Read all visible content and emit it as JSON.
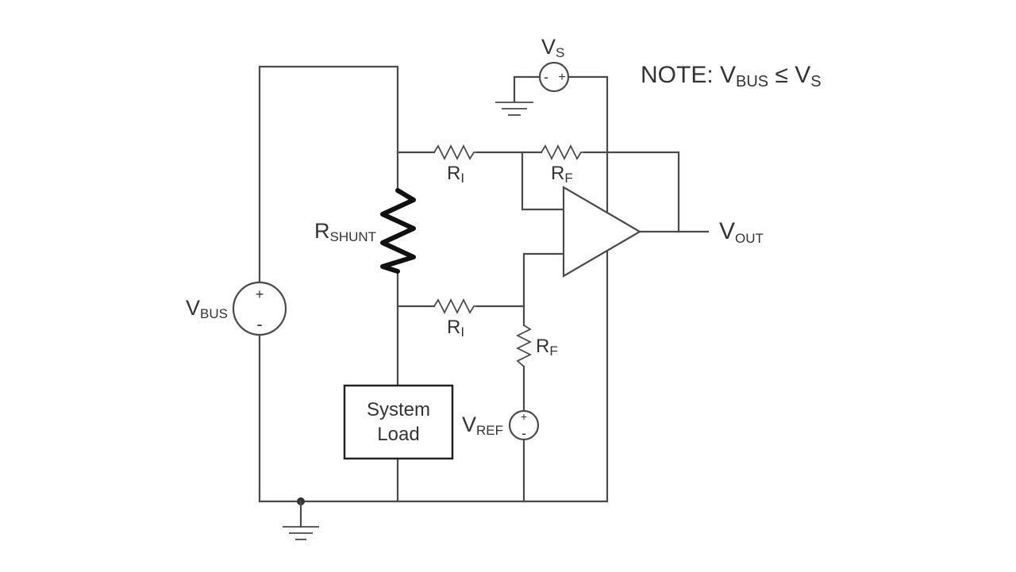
{
  "note": {
    "prefix": "NOTE: V",
    "bus_sub": "BUS",
    "relation": " ≤ V",
    "s_sub": "S"
  },
  "labels": {
    "vs_main": "V",
    "vs_sub": "S",
    "vbus_main": "V",
    "vbus_sub": "BUS",
    "rshunt_main": "R",
    "rshunt_sub": "SHUNT",
    "ri_top_main": "R",
    "ri_top_sub": "I",
    "ri_bot_main": "R",
    "ri_bot_sub": "I",
    "rf_top_main": "R",
    "rf_top_sub": "F",
    "rf_bot_main": "R",
    "rf_bot_sub": "F",
    "vref_main": "V",
    "vref_sub": "REF",
    "vout_main": "V",
    "vout_sub": "OUT",
    "system_load_line1": "System",
    "system_load_line2": "Load"
  },
  "polarity": {
    "plus": "+",
    "minus": "-"
  }
}
